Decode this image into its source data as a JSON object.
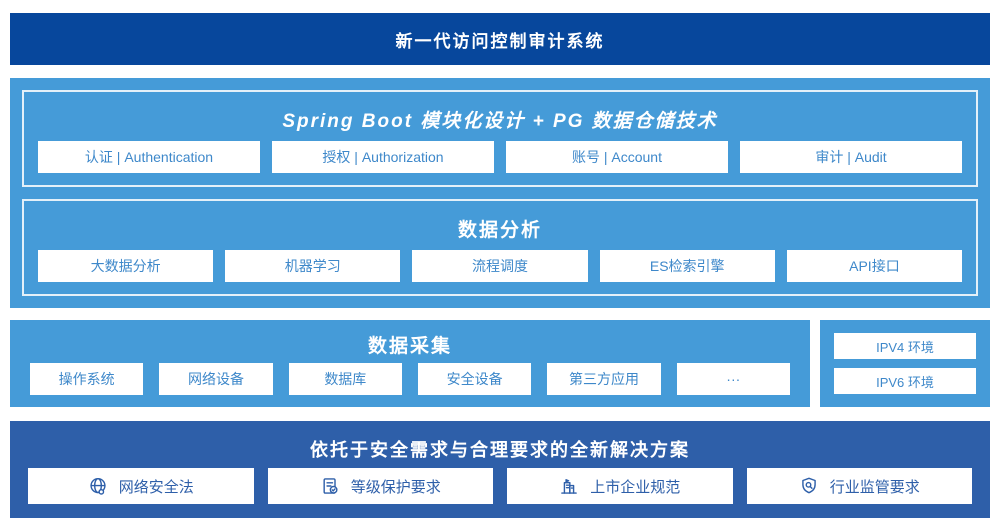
{
  "colors": {
    "banner_bg": "#07479c",
    "light_blue_bg": "#459bd8",
    "navy_bg": "#2e5fa9",
    "pill_text_blue": "#3e88ca",
    "white": "#ffffff"
  },
  "banner": {
    "title": "新一代访问控制审计系统"
  },
  "platform": {
    "modules": {
      "title": "Spring Boot 模块化设计 + PG 数据仓储技术",
      "items": [
        "认证 | Authentication",
        "授权 | Authorization",
        "账号 | Account",
        "审计 | Audit"
      ]
    },
    "analysis": {
      "title": "数据分析",
      "items": [
        "大数据分析",
        "机器学习",
        "流程调度",
        "ES检索引擎",
        "API接口"
      ]
    }
  },
  "collection": {
    "title": "数据采集",
    "items": [
      "操作系统",
      "网络设备",
      "数据库",
      "安全设备",
      "第三方应用",
      "···"
    ]
  },
  "environment": {
    "items": [
      "IPV4 环境",
      "IPV6 环境"
    ]
  },
  "solution": {
    "title": "依托于安全需求与合理要求的全新解决方案",
    "items": [
      {
        "icon": "globe-icon",
        "label": "网络安全法"
      },
      {
        "icon": "document-check-icon",
        "label": "等级保护要求"
      },
      {
        "icon": "building-icon",
        "label": "上市企业规范"
      },
      {
        "icon": "shield-search-icon",
        "label": "行业监管要求"
      }
    ]
  }
}
